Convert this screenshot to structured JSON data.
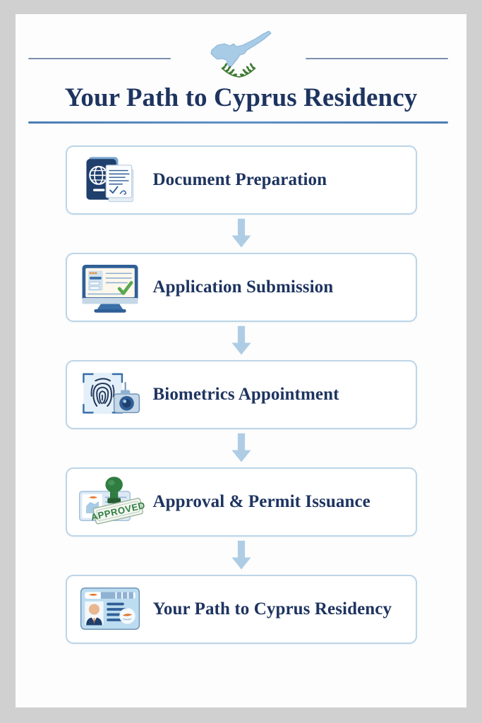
{
  "poster": {
    "title": "Your Path to Cyprus Residency",
    "emblem_name": "cyprus-flag-emblem",
    "colors": {
      "frame": "#d0d0d0",
      "canvas": "#fdfdfd",
      "title_navy": "#1e3460",
      "card_border": "#bcd5e8",
      "rule_steel": "#7b8fad",
      "rule_blue": "#4a7db5",
      "arrow_blue": "#aecde5",
      "map_blue": "#a8cbe6",
      "olive_green": "#3f7a33",
      "check_green": "#5aa84f",
      "stamp_green": "#2f7d41",
      "accent_orange": "#e2762c"
    }
  },
  "steps": [
    {
      "label": "Document Preparation",
      "icon": "passport-document-icon"
    },
    {
      "label": "Application Submission",
      "icon": "monitor-form-icon"
    },
    {
      "label": "Biometrics Appointment",
      "icon": "fingerprint-camera-icon"
    },
    {
      "label": "Approval & Permit Issuance",
      "icon": "approved-stamp-icon"
    },
    {
      "label": "Your Path to Cyprus Residency",
      "icon": "residency-id-card-icon"
    }
  ],
  "connector": {
    "name": "down-arrow",
    "count": 4
  }
}
